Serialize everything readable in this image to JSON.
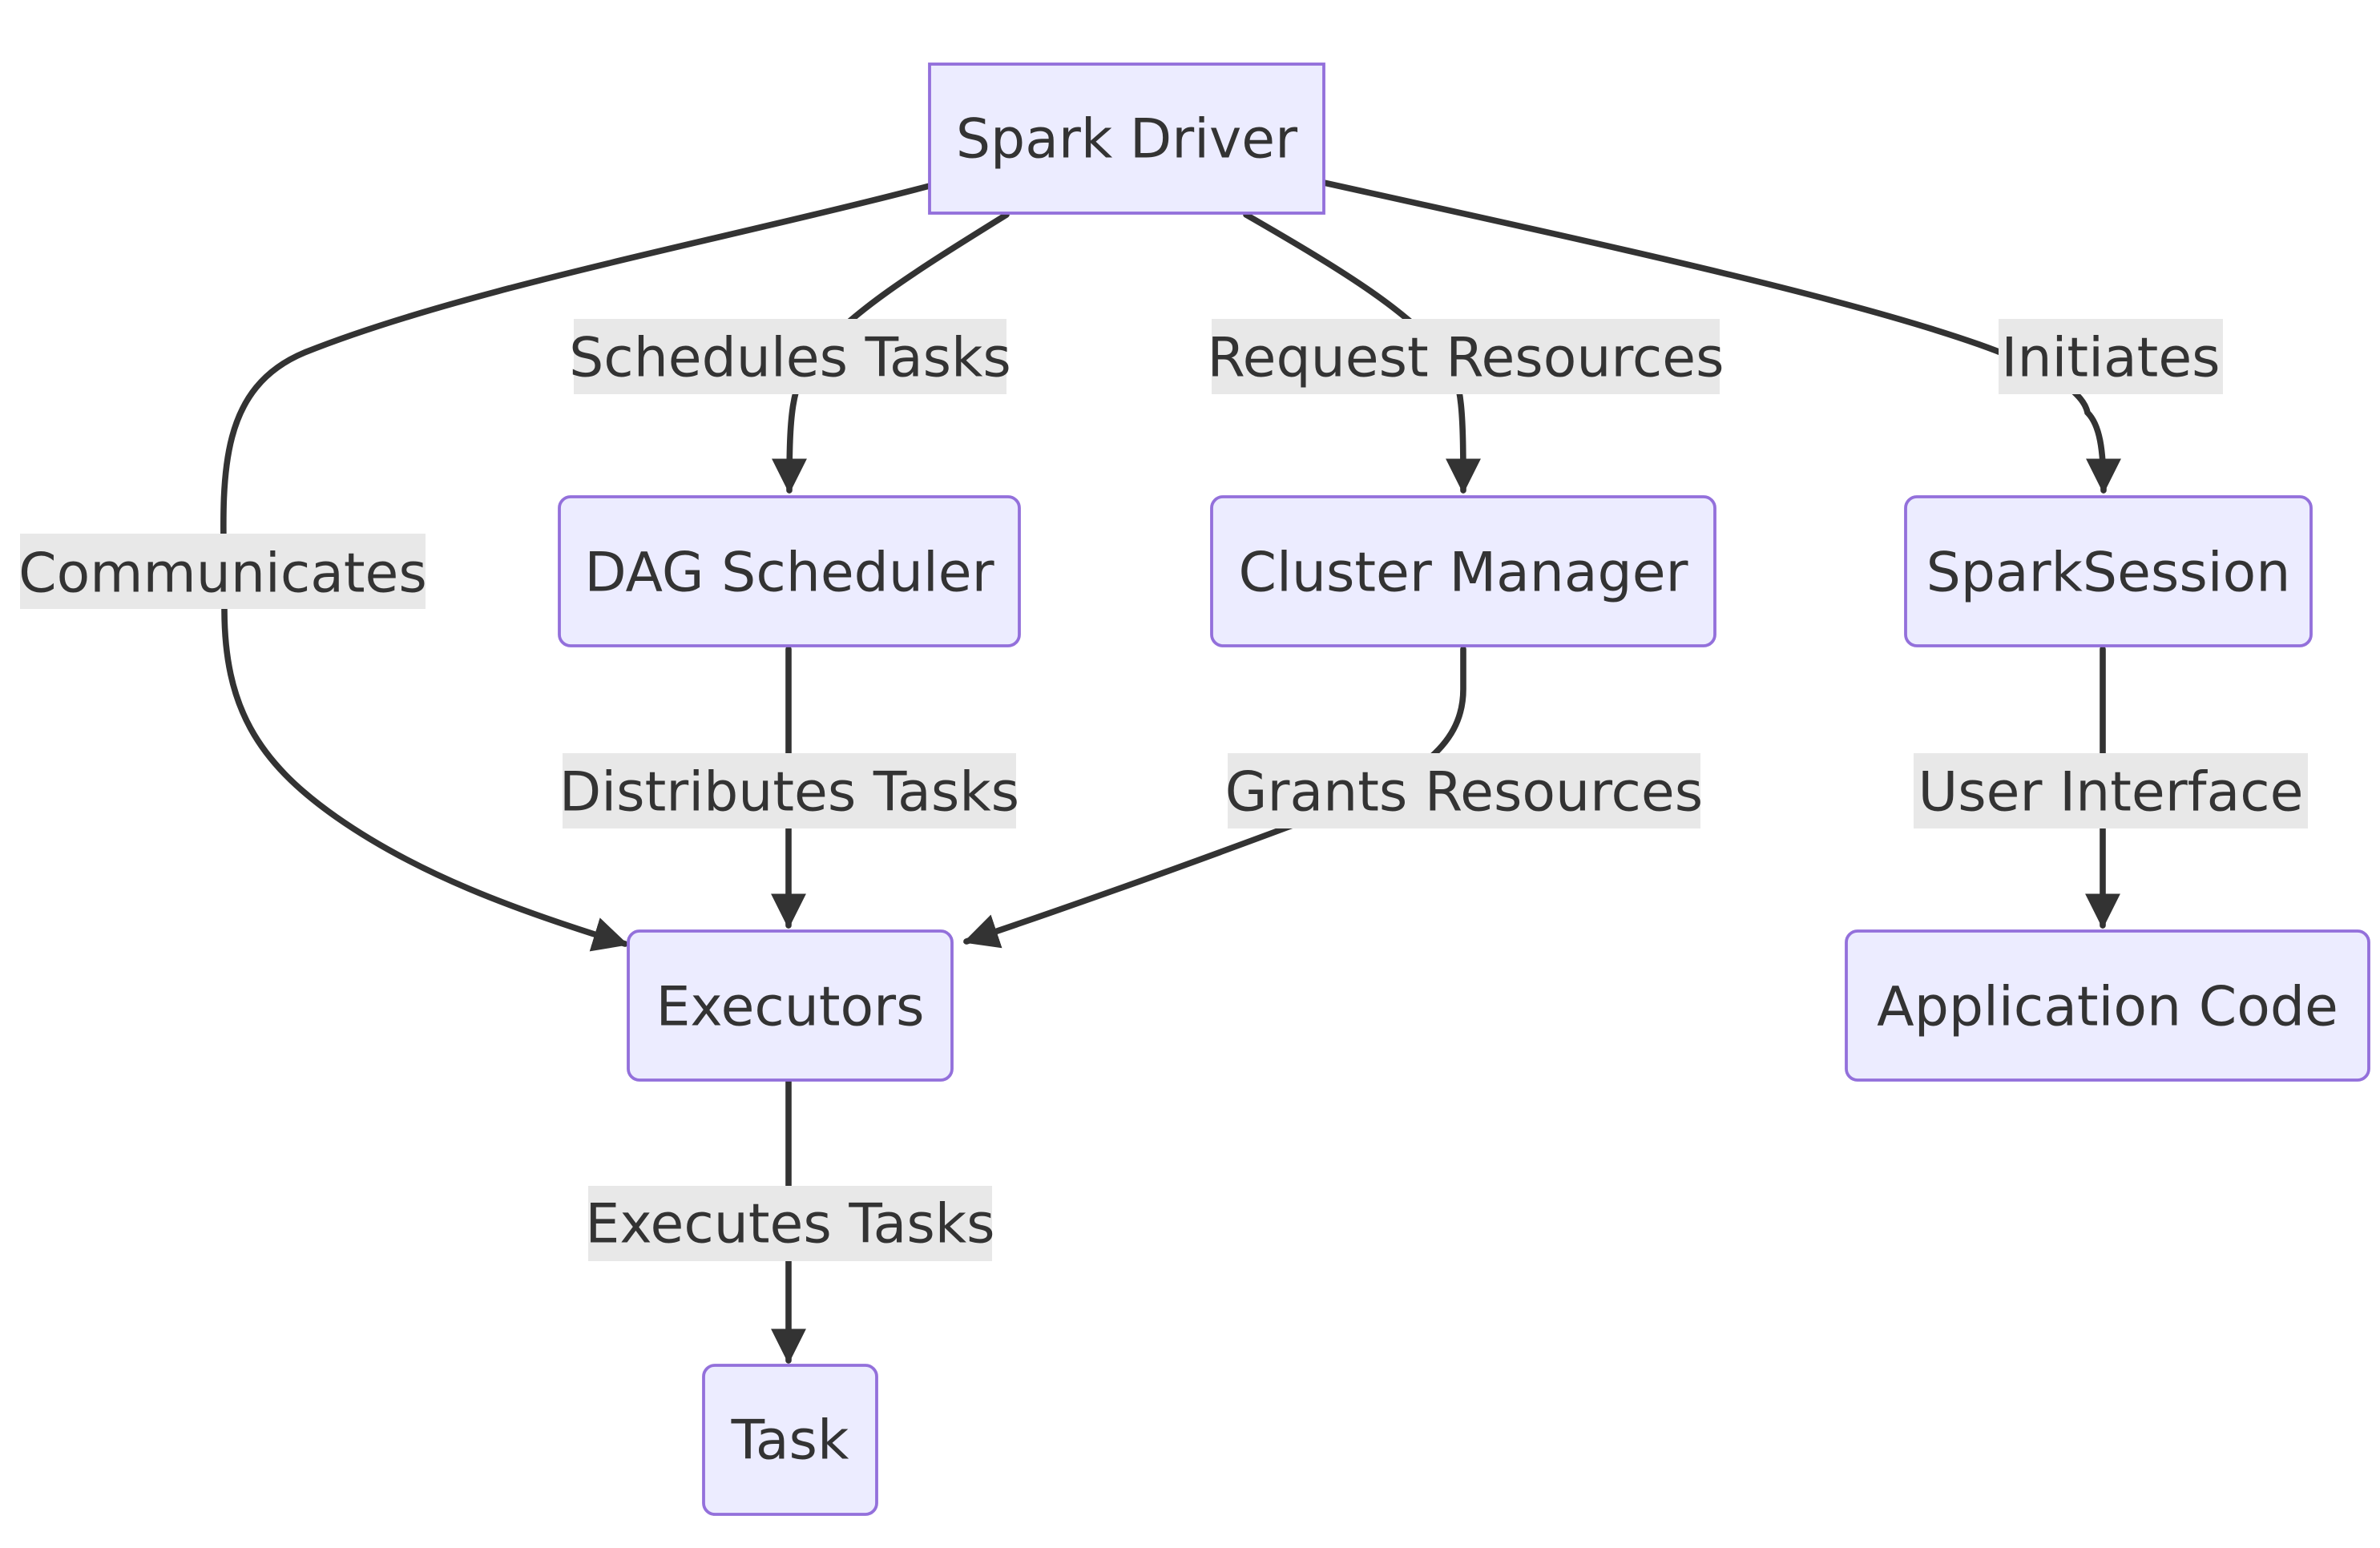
{
  "nodes": {
    "spark_driver": "Spark Driver",
    "dag_scheduler": "DAG Scheduler",
    "cluster_manager": "Cluster Manager",
    "spark_session": "SparkSession",
    "executors": "Executors",
    "application_code": "Application Code",
    "task": "Task"
  },
  "edges": {
    "communicates": "Communicates",
    "schedules_tasks": "Schedules Tasks",
    "request_resources": "Request Resources",
    "initiates": "Initiates",
    "distributes_tasks": "Distributes Tasks",
    "grants_resources": "Grants Resources",
    "user_interface": "User Interface",
    "executes_tasks": "Executes Tasks"
  },
  "colors": {
    "node_fill": "#ECECFF",
    "node_stroke": "#9370DB",
    "edge": "#333333",
    "label_background": "#e8e8e8",
    "text": "#333333"
  }
}
